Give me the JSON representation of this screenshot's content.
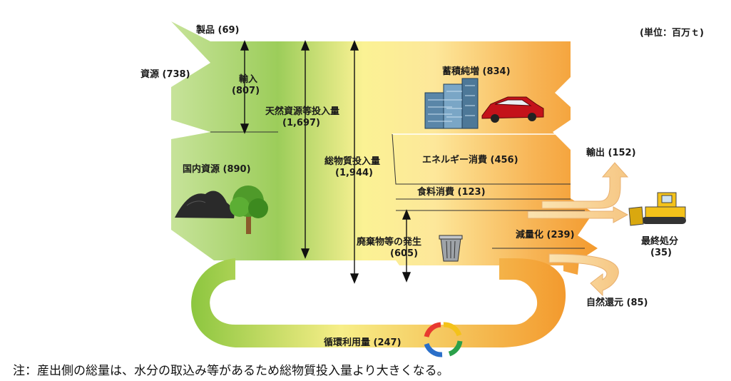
{
  "unit": "(単位：百万ｔ)",
  "flows": {
    "products": "製品 (69)",
    "resources": "資源 (738)",
    "import_label": "輸入",
    "import_value": "(807)",
    "natural_label": "天然資源等投入量",
    "natural_value": "(1,697)",
    "domestic": "国内資源 (890)",
    "total_label": "総物質投入量",
    "total_value": "(1,944)",
    "accumulation": "蓄積純増 (834)",
    "energy": "エネルギー消費 (456)",
    "food": "食料消費 (123)",
    "export": "輸出 (152)",
    "waste_label": "廃棄物等の発生",
    "waste_value": "(605)",
    "reduction": "減量化 (239)",
    "final_label": "最終処分",
    "final_value": "(35)",
    "natural_return": "自然還元 (85)",
    "recycle": "循環利用量 (247)"
  },
  "note": "注：産出側の総量は、水分の取込み等があるため総物質投入量より大きくなる。",
  "colors": {
    "green": "#8cc63f",
    "light_green": "#d6ecb0",
    "yellow": "#fbef8a",
    "orange": "#f5a13a"
  }
}
